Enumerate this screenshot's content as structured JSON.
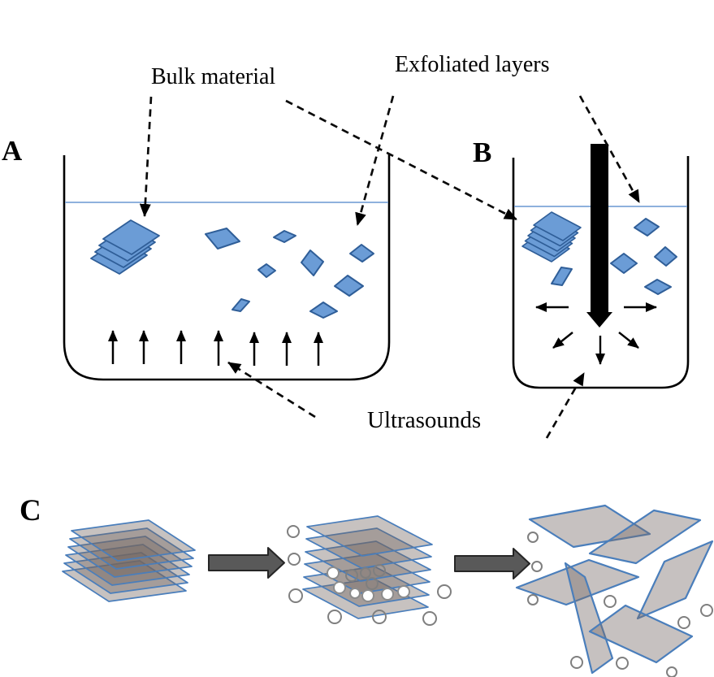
{
  "labels": {
    "panel_a": "A",
    "panel_b": "B",
    "panel_c": "C",
    "bulk_material": "Bulk material",
    "exfoliated_layers": "Exfoliated layers",
    "ultrasounds": "Ultrasounds"
  },
  "colors": {
    "background": "#FFFFFF",
    "beaker_outline": "#000000",
    "liquid_line": "#7EA6D8",
    "flake_fill": "#6B9CD6",
    "flake_stroke": "#2F5E98",
    "probe_fill": "#000000",
    "pointer_arrow": "#000000",
    "sheet_stroke": "#4A7EBB",
    "sheet_fill_single": "#C4C0BE",
    "sheet_fill_overlap": "#737170",
    "block_arrow_fill": "#595959",
    "bubble_stroke": "#7F7F7F"
  },
  "shape_counts": {
    "panel_a_ultrasound_arrows": 7,
    "panel_a_bulk_stack_layers": 4,
    "panel_a_exfoliated_flakes": 8,
    "panel_b_bulk_stack_layers": 5,
    "panel_b_exfoliated_flakes": 5,
    "panel_b_cavitation_arrows": 5,
    "panel_c_stack_layers": 6,
    "panel_c_stages": 3,
    "panel_c_block_arrows": 2
  }
}
